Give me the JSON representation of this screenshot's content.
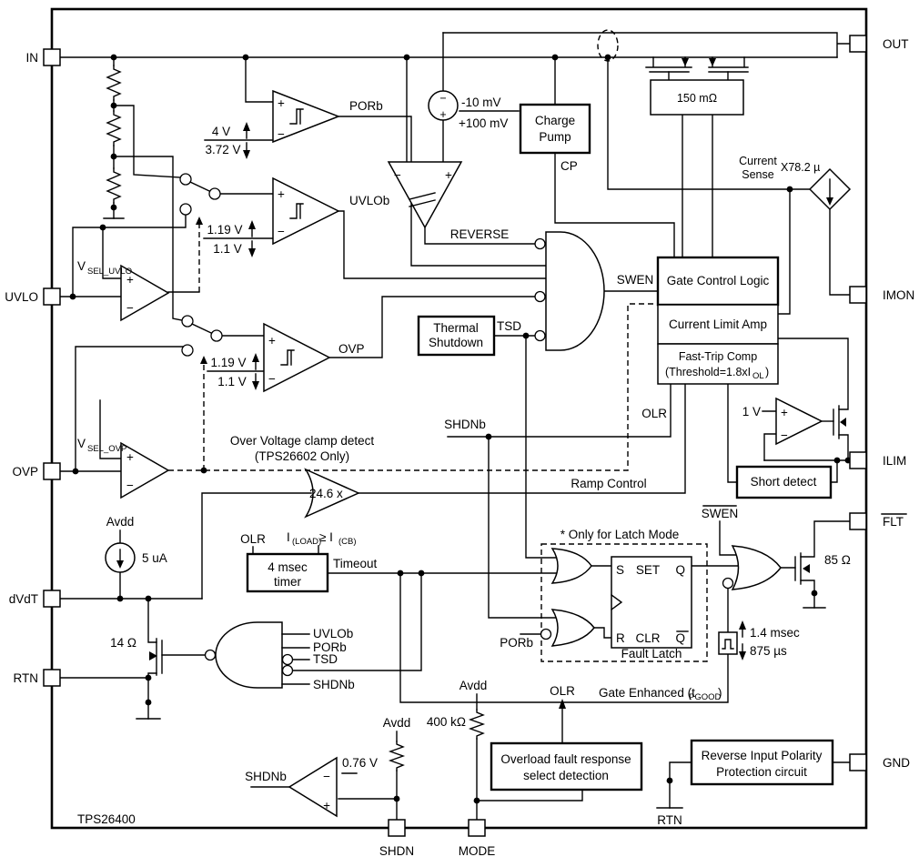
{
  "device": "TPS26400",
  "pins": {
    "in": "IN",
    "uvlo": "UVLO",
    "ovp": "OVP",
    "dvdt": "dVdT",
    "rtn": "RTN",
    "out": "OUT",
    "imon": "IMON",
    "ilim": "ILIM",
    "flt": "FLT",
    "gnd": "GND",
    "shdn": "SHDN",
    "mode": "MODE"
  },
  "sym": {
    "plus": "+",
    "minus": "−"
  },
  "por": {
    "out": "PORb",
    "rise": "4 V",
    "fall": "3.72 V"
  },
  "uvlo_c": {
    "out": "UVLOb",
    "rise": "1.19 V",
    "fall": "1.1 V"
  },
  "ovp_c": {
    "out": "OVP",
    "rise": "1.19 V",
    "fall": "1.1 V"
  },
  "vsel": {
    "uvlo_v": "V",
    "uvlo_sub": "SEL_UVLO",
    "ovp_v": "V",
    "ovp_sub": "SEL_OVP"
  },
  "rev": {
    "out": "REVERSE",
    "neg": "-10 mV",
    "pos": "+100 mV"
  },
  "cp": {
    "l1": "Charge",
    "l2": "Pump",
    "out": "CP"
  },
  "ps": {
    "rdson": "150 mΩ",
    "cs1": "Current",
    "cs2": "Sense",
    "ratio": "X78.2 µ"
  },
  "ctrl": {
    "swen": "SWEN",
    "gcl": "Gate Control Logic",
    "cla": "Current Limit Amp",
    "ftc1": "Fast-Trip Comp",
    "ftc2": "(Threshold=1.8xI",
    "ftc2sub": "OL",
    "ftc2end": ")"
  },
  "ts": {
    "l1": "Thermal",
    "l2": "Shutdown",
    "out": "TSD"
  },
  "sig": {
    "shdnb": "SHDNb",
    "ramp": "Ramp Control",
    "swenbar": "SWEN",
    "avdd": "Avdd",
    "timeout": "Timeout",
    "olr": "OLR"
  },
  "clamp": {
    "l1": "Over Voltage clamp detect",
    "l2": "(TPS26602 Only)"
  },
  "amp246": "24.6 x",
  "i5": "5 uA",
  "timer": {
    "cond_i": "I",
    "cond_s1": "(LOAD)",
    "cond_m": "≥ I",
    "cond_s2": "(CB)",
    "l1": "4 msec",
    "l2": "timer"
  },
  "r14": "14 Ω",
  "latch": {
    "note": "* Only for Latch Mode",
    "s": "S",
    "set": "SET",
    "q": "Q",
    "r": "R",
    "clr": "CLR",
    "qb": "Q",
    "name": "Fault Latch"
  },
  "flt": {
    "r85": "85 Ω",
    "t1": "1.4 msec",
    "t2": "875 µs",
    "ge": "Gate Enhanced (t",
    "gesub": "PGOOD",
    "geend": ")"
  },
  "ilim": {
    "ref": "1 V",
    "short": "Short detect"
  },
  "sd": {
    "ref": "0.76 V"
  },
  "mode": {
    "r": "400 kΩ",
    "l1": "Overload fault response",
    "l2": "select detection"
  },
  "rp": {
    "l1": "Reverse Input Polarity",
    "l2": "Protection circuit"
  }
}
